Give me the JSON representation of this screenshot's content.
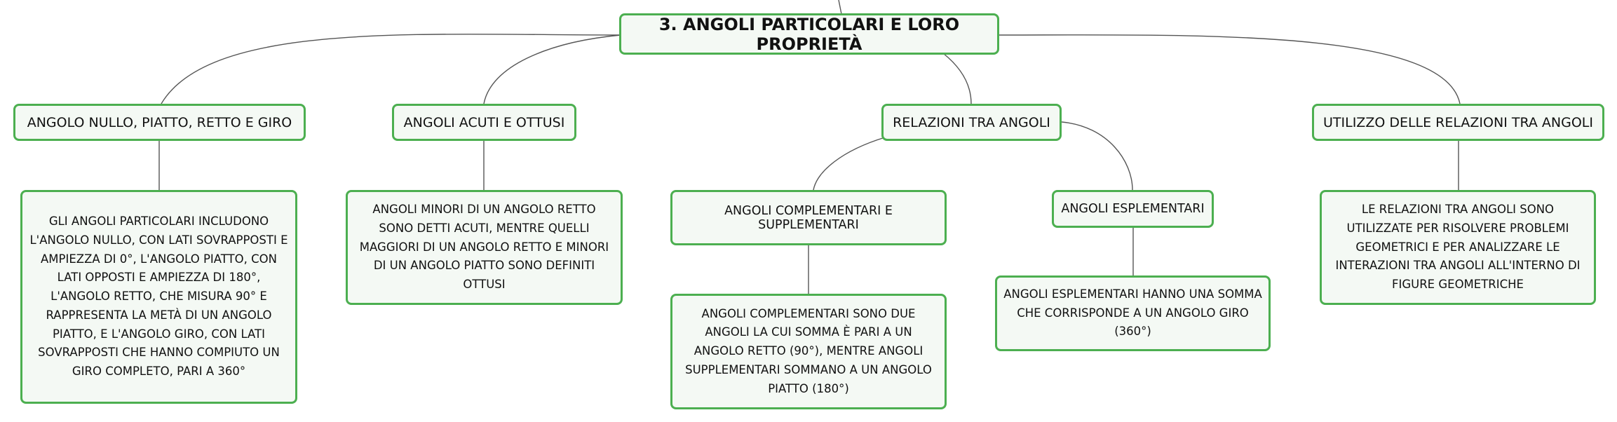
{
  "root": {
    "label": "3. ANGOLI PARTICOLARI E LORO PROPRIETÀ"
  },
  "branches": [
    {
      "label": "ANGOLO NULLO, PIATTO, RETTO E GIRO",
      "detail": "GLI ANGOLI PARTICOLARI INCLUDONO L'ANGOLO NULLO, CON LATI SOVRAPPOSTI E AMPIEZZA DI 0°, L'ANGOLO PIATTO, CON LATI OPPOSTI E AMPIEZZA DI 180°, L'ANGOLO RETTO, CHE MISURA 90° E RAPPRESENTA LA METÀ DI UN ANGOLO PIATTO, E L'ANGOLO GIRO, CON LATI SOVRAPPOSTI CHE HANNO COMPIUTO UN GIRO COMPLETO, PARI A 360°"
    },
    {
      "label": "ANGOLI ACUTI E OTTUSI",
      "detail": "ANGOLI MINORI DI UN ANGOLO RETTO SONO DETTI ACUTI, MENTRE QUELLI MAGGIORI DI UN ANGOLO RETTO E MINORI DI UN ANGOLO PIATTO SONO DEFINITI OTTUSI"
    },
    {
      "label": "RELAZIONI TRA ANGOLI",
      "children": [
        {
          "label": "ANGOLI COMPLEMENTARI E SUPPLEMENTARI",
          "detail": "ANGOLI COMPLEMENTARI SONO DUE ANGOLI LA CUI SOMMA È PARI A UN ANGOLO RETTO (90°), MENTRE ANGOLI SUPPLEMENTARI SOMMANO A UN ANGOLO PIATTO (180°)"
        },
        {
          "label": "ANGOLI ESPLEMENTARI",
          "detail": "ANGOLI ESPLEMENTARI HANNO UNA SOMMA CHE CORRISPONDE A UN ANGOLO GIRO (360°)"
        }
      ]
    },
    {
      "label": "UTILIZZO DELLE RELAZIONI TRA ANGOLI",
      "detail": "LE RELAZIONI TRA ANGOLI SONO UTILIZZATE PER RISOLVERE PROBLEMI GEOMETRICI E PER ANALIZZARE LE INTERAZIONI TRA ANGOLI ALL'INTERNO DI FIGURE GEOMETRICHE"
    }
  ],
  "colors": {
    "node_border": "#4caf50",
    "node_fill": "#f4f9f4",
    "connector": "#555555"
  }
}
